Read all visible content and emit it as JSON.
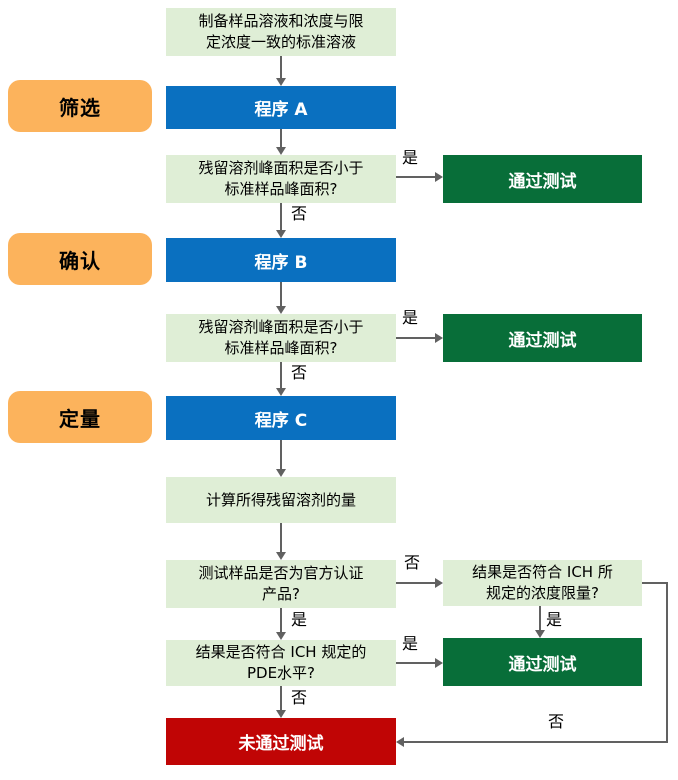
{
  "flow": {
    "type": "flowchart",
    "stages": {
      "screening": {
        "label": "筛选"
      },
      "confirmation": {
        "label": "确认"
      },
      "quantitation": {
        "label": "定量"
      }
    },
    "nodes": {
      "prep": {
        "type": "process",
        "label": "制备样品溶液和浓度与限\n定浓度一致的标准溶液"
      },
      "procA": {
        "type": "procedure",
        "label": "程序 A"
      },
      "decA": {
        "type": "decision",
        "label": "残留溶剂峰面积是否小于\n标准样品峰面积?"
      },
      "passA": {
        "type": "terminal-pass",
        "label": "通过测试"
      },
      "procB": {
        "type": "procedure",
        "label": "程序 B"
      },
      "decB": {
        "type": "decision",
        "label": "残留溶剂峰面积是否小于\n标准样品峰面积?"
      },
      "passB": {
        "type": "terminal-pass",
        "label": "通过测试"
      },
      "procC": {
        "type": "procedure",
        "label": "程序 C"
      },
      "calc": {
        "type": "process",
        "label": "计算所得残留溶剂的量"
      },
      "decOfficial": {
        "type": "decision",
        "label": "测试样品是否为官方认证\n产品?"
      },
      "decConc": {
        "type": "decision",
        "label": "结果是否符合 ICH 所\n规定的浓度限量?"
      },
      "decPDE": {
        "type": "decision",
        "label": "结果是否符合 ICH 规定的\nPDE水平?"
      },
      "passC": {
        "type": "terminal-pass",
        "label": "通过测试"
      },
      "fail": {
        "type": "terminal-fail",
        "label": "未通过测试"
      }
    },
    "edges": [
      {
        "from": "prep",
        "to": "procA",
        "label": ""
      },
      {
        "from": "procA",
        "to": "decA",
        "label": ""
      },
      {
        "from": "decA",
        "to": "passA",
        "label": "是"
      },
      {
        "from": "decA",
        "to": "procB",
        "label": "否"
      },
      {
        "from": "procB",
        "to": "decB",
        "label": ""
      },
      {
        "from": "decB",
        "to": "passB",
        "label": "是"
      },
      {
        "from": "decB",
        "to": "procC",
        "label": "否"
      },
      {
        "from": "procC",
        "to": "calc",
        "label": ""
      },
      {
        "from": "calc",
        "to": "decOfficial",
        "label": ""
      },
      {
        "from": "decOfficial",
        "to": "decConc",
        "label": "否"
      },
      {
        "from": "decOfficial",
        "to": "decPDE",
        "label": "是"
      },
      {
        "from": "decConc",
        "to": "passC",
        "label": "是"
      },
      {
        "from": "decConc",
        "to": "fail",
        "label": "否"
      },
      {
        "from": "decPDE",
        "to": "passC",
        "label": "是"
      },
      {
        "from": "decPDE",
        "to": "fail",
        "label": "否"
      }
    ],
    "colors": {
      "process_fill": "#dfeed6",
      "procedure_fill": "#0a70c0",
      "pass_fill": "#086e39",
      "fail_fill": "#c00505",
      "stage_fill": "#fcb35c",
      "connector": "#616161",
      "text_dark": "#000000",
      "text_light": "#ffffff"
    }
  }
}
